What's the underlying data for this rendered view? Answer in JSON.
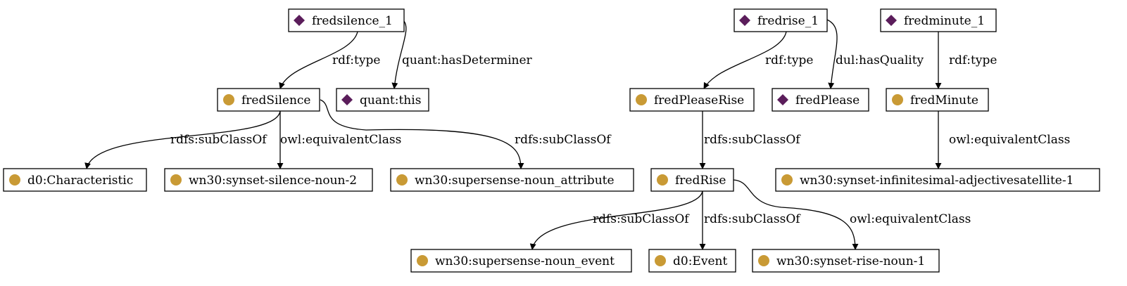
{
  "colors": {
    "class_icon": "#c99a35",
    "instance_icon": "#5b1d5b",
    "stroke": "#000000",
    "background": "#ffffff"
  },
  "nodes": [
    {
      "id": "fredsilence_1",
      "label": "fredsilence_1",
      "icon": "diamond"
    },
    {
      "id": "fredSilence",
      "label": "fredSilence",
      "icon": "circle"
    },
    {
      "id": "quant_this",
      "label": "quant:this",
      "icon": "diamond"
    },
    {
      "id": "d0_Characteristic",
      "label": "d0:Characteristic",
      "icon": "circle"
    },
    {
      "id": "wn30_silence",
      "label": "wn30:synset-silence-noun-2",
      "icon": "circle"
    },
    {
      "id": "wn30_attr",
      "label": "wn30:supersense-noun_attribute",
      "icon": "circle"
    },
    {
      "id": "fredrise_1",
      "label": "fredrise_1",
      "icon": "diamond"
    },
    {
      "id": "fredPleaseRise",
      "label": "fredPleaseRise",
      "icon": "circle"
    },
    {
      "id": "fredPlease",
      "label": "fredPlease",
      "icon": "diamond"
    },
    {
      "id": "fredRise",
      "label": "fredRise",
      "icon": "circle"
    },
    {
      "id": "wn30_event",
      "label": "wn30:supersense-noun_event",
      "icon": "circle"
    },
    {
      "id": "d0_Event",
      "label": "d0:Event",
      "icon": "circle"
    },
    {
      "id": "wn30_rise",
      "label": "wn30:synset-rise-noun-1",
      "icon": "circle"
    },
    {
      "id": "fredminute_1",
      "label": "fredminute_1",
      "icon": "diamond"
    },
    {
      "id": "fredMinute",
      "label": "fredMinute",
      "icon": "circle"
    },
    {
      "id": "wn30_infinitesimal",
      "label": "wn30:synset-infinitesimal-adjectivesatellite-1",
      "icon": "circle"
    }
  ],
  "edges": [
    {
      "from": "fredsilence_1",
      "to": "fredSilence",
      "label": "rdf:type"
    },
    {
      "from": "fredsilence_1",
      "to": "quant_this",
      "label": "quant:hasDeterminer"
    },
    {
      "from": "fredSilence",
      "to": "d0_Characteristic",
      "label": "rdfs:subClassOf"
    },
    {
      "from": "fredSilence",
      "to": "wn30_silence",
      "label": "owl:equivalentClass"
    },
    {
      "from": "fredSilence",
      "to": "wn30_attr",
      "label": "rdfs:subClassOf"
    },
    {
      "from": "fredrise_1",
      "to": "fredPleaseRise",
      "label": "rdf:type"
    },
    {
      "from": "fredrise_1",
      "to": "fredPlease",
      "label": "dul:hasQuality"
    },
    {
      "from": "fredPleaseRise",
      "to": "fredRise",
      "label": "rdfs:subClassOf"
    },
    {
      "from": "fredRise",
      "to": "wn30_event",
      "label": "rdfs:subClassOf"
    },
    {
      "from": "fredRise",
      "to": "d0_Event",
      "label": "rdfs:subClassOf"
    },
    {
      "from": "fredRise",
      "to": "wn30_rise",
      "label": "owl:equivalentClass"
    },
    {
      "from": "fredminute_1",
      "to": "fredMinute",
      "label": "rdf:type"
    },
    {
      "from": "fredMinute",
      "to": "wn30_infinitesimal",
      "label": "owl:equivalentClass"
    }
  ]
}
